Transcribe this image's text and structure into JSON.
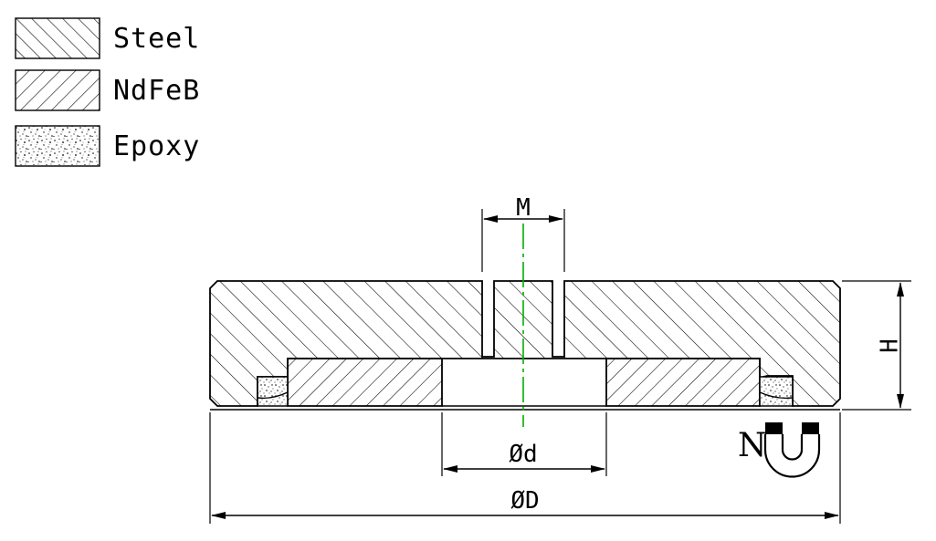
{
  "legend": {
    "steel": "Steel",
    "ndfeb": "NdFeB",
    "epoxy": "Epoxy"
  },
  "dimensions": {
    "thread": "M",
    "inner_diameter": "Ød",
    "outer_diameter": "ØD",
    "height": "H"
  },
  "magnet_symbol": {
    "pole": "N"
  },
  "colors": {
    "lines": "#000000",
    "centerline": "#00b000"
  }
}
